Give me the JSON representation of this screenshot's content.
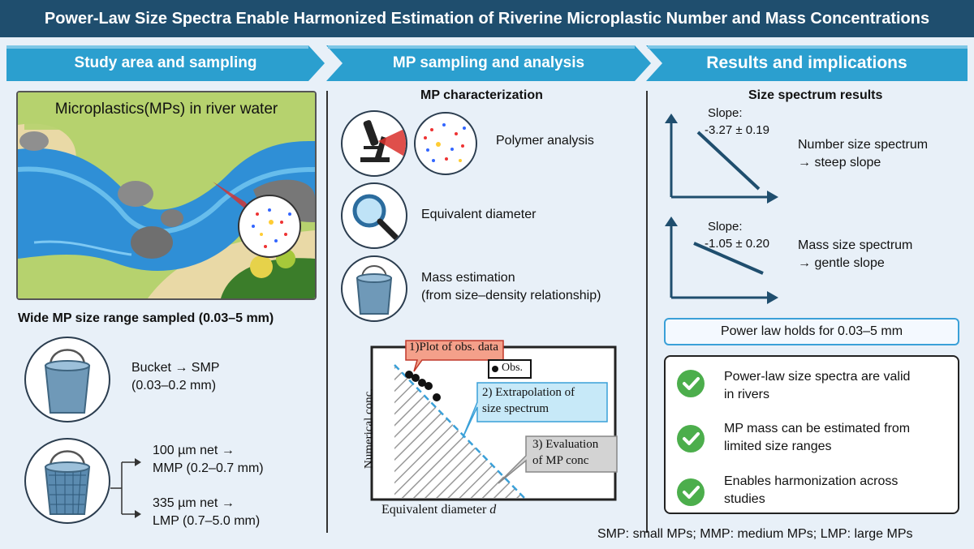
{
  "title": "Power-Law Size Spectra Enable Harmonized Estimation of Riverine Microplastic Number and Mass Concentrations",
  "sections": {
    "s1": "Study area and sampling",
    "s2": "MP sampling and analysis",
    "s3": "Results and implications"
  },
  "col1": {
    "river_label": "Microplastics(MPs) in river water",
    "range_title": "Wide MP size range sampled (0.03–5 mm)",
    "bucket_line1": "Bucket → SMP",
    "bucket_line2": "(0.03–0.2 mm)",
    "net100_line1": "100 µm net →",
    "net100_line2": "MMP (0.2–0.7 mm)",
    "net335_line1": "335 µm net →",
    "net335_line2": "LMP (0.7–5.0 mm)"
  },
  "col2": {
    "title": "MP characterization",
    "polymer": "Polymer analysis",
    "diameter": "Equivalent diameter",
    "mass_line1": "Mass estimation",
    "mass_line2": "(from size–density relationship)",
    "plot_label": "1)Plot of obs. data",
    "obs_label": "Obs.",
    "extrap_line1": "2) Extrapolation of",
    "extrap_line2": "size spectrum",
    "eval_line1": "3)  Evaluation",
    "eval_line2": "of MP conc",
    "ylabel": "Numerical conc.",
    "xlabel": "Equivalent diameter",
    "xlabel_var": "d"
  },
  "col3": {
    "title": "Size spectrum results",
    "num_slope_label": "Slope:",
    "num_slope_value": "-3.27 ± 0.19",
    "num_desc1": "Number size spectrum",
    "num_desc2": "→ steep slope",
    "mass_slope_label": "Slope:",
    "mass_slope_value": "-1.05 ± 0.20",
    "mass_desc1": "Mass size spectrum",
    "mass_desc2": "→ gentle slope",
    "power_law": "Power law holds for 0.03–5 mm",
    "bullet1_l1": "Power-law size spectra are valid",
    "bullet1_l2": "in rivers",
    "bullet2_l1": "MP mass can be estimated from",
    "bullet2_l2": "limited size ranges",
    "bullet3_l1": "Enables harmonization across",
    "bullet3_l2": "studies"
  },
  "footnote": "SMP: small MPs; MMP: medium MPs; LMP: large MPs",
  "colors": {
    "header": "#1f4e6e",
    "section": "#2b9fcf",
    "accent": "#3aa0d8",
    "check": "#4cae4c"
  },
  "icons": [
    "microscope-icon",
    "magnifier-icon",
    "bucket-icon",
    "check-icon",
    "river-illustration"
  ]
}
